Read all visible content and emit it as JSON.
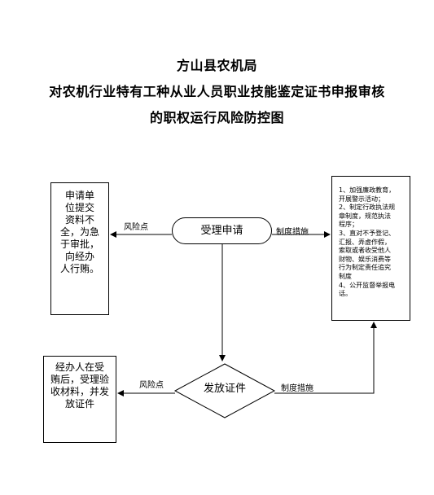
{
  "title": {
    "line1": "方山县农机局",
    "line2": "对农机行业特有工种从业人员职业技能鉴定证书申报审核",
    "line3": "的职权运行风险防控图"
  },
  "nodes": {
    "accept": "受理申请",
    "issue": "发放证件"
  },
  "risk_box_1": [
    "申请单",
    "位提交",
    "资料不",
    "全，为急",
    "于审批，",
    "向经办",
    "人行贿。"
  ],
  "risk_box_2": [
    "经办人在受",
    "贿后，受理验",
    "收材料，并发",
    "放证件"
  ],
  "measures": [
    "1、加强廉政教育，",
    "开展警示活动；",
    "2、制定行政执法规",
    "章制度，规范执法",
    "程序；",
    "3、直对不予登记、",
    "汇报、弄虚作假，",
    "索取或者收受他人",
    "财物、娱乐消费等",
    "行为制定责任追究",
    "制度",
    "4、公开监督举报电",
    "话。"
  ],
  "edge_labels": {
    "risk_point_1": "风险点",
    "measure_1": "制度措施",
    "risk_point_2": "风险点",
    "measure_2": "制度措施"
  }
}
